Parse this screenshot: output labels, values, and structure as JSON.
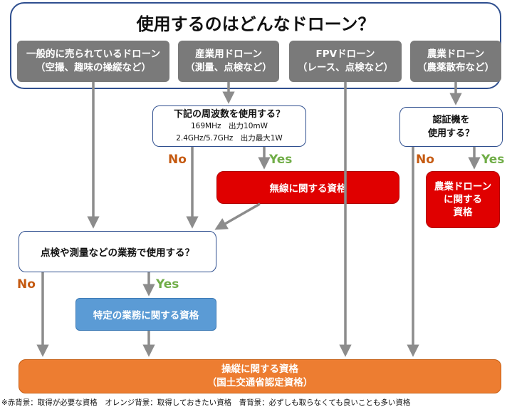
{
  "title": "使用するのはどんなドローン？",
  "categories": [
    {
      "line1": "一般的に売られているドローン",
      "line2": "（空撮、趣味の操縦など）"
    },
    {
      "line1": "産業用ドローン",
      "line2": "（測量、点検など）"
    },
    {
      "line1": "FPVドローン",
      "line2": "（レース、点検など）"
    },
    {
      "line1": "農業ドローン",
      "line2": "（農薬散布など）"
    }
  ],
  "freq_question": {
    "line1": "下記の周波数を使用する？",
    "line2": "169MHz　出力10mW",
    "line3": "2.4GHz/5.7GHz　出力最大1W"
  },
  "cert_question": {
    "line1": "認証機を",
    "line2": "使用する？"
  },
  "radio_license": "無線に関する資格",
  "agri_license": {
    "line1": "農業ドローン",
    "line2": "に関する",
    "line3": "資格"
  },
  "business_question": "点検や測量などの業務で使用する？",
  "business_license": "特定の業務に関する資格",
  "operation_license": {
    "line1": "操縦に関する資格",
    "line2": "（国土交通省認定資格）"
  },
  "labels": {
    "no": "No",
    "yes": "Yes"
  },
  "footnote": "※赤背景：取得が必要な資格　オレンジ背景：取得しておきたい資格　青背景：必ずしも取らなくても良いことも多い資格",
  "colors": {
    "gray": "#7a7a7a",
    "red": "#e00000",
    "orange": "#ed7d31",
    "blue": "#5b9bd5",
    "no": "#c55a11",
    "yes": "#70ad47",
    "arrow": "#8c8c8c"
  }
}
